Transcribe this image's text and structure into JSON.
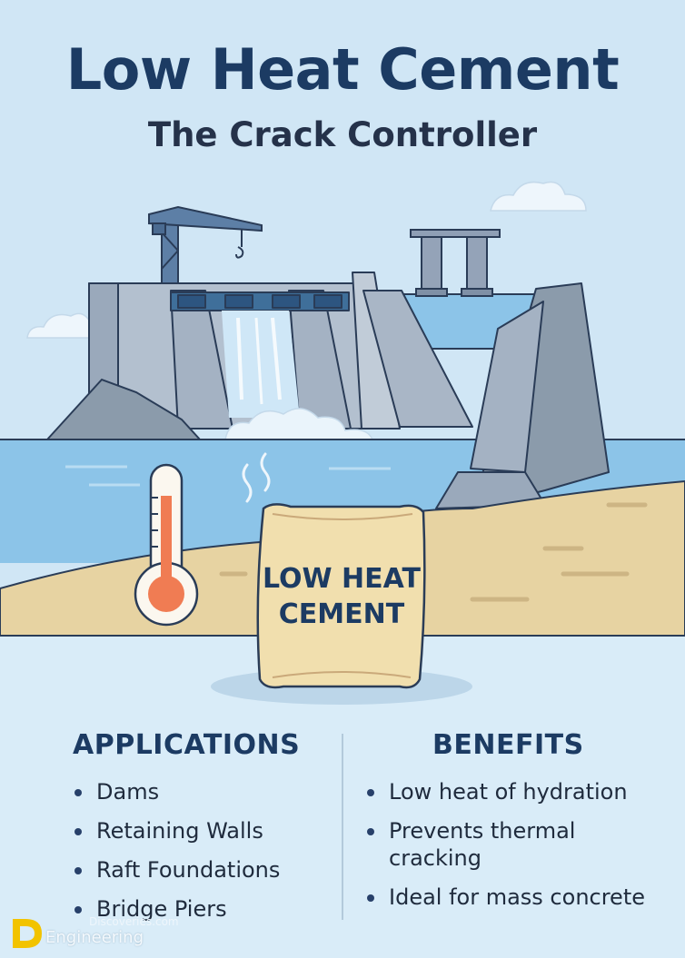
{
  "header": {
    "title": "Low Heat Cement",
    "subtitle": "The Crack Controller"
  },
  "illustration": {
    "bag_label_line1": "LOW HEAT",
    "bag_label_line2": "CEMENT",
    "icons": [
      "crane-icon",
      "dam-icon",
      "waterfall-icon",
      "thermometer-icon",
      "steam-icon",
      "cement-bag-icon",
      "cloud-icon"
    ],
    "colors": {
      "title": "#1c3b63",
      "water": "#8cc4e8",
      "sand": "#e7d3a2",
      "concrete": "#a9b6c6",
      "thermometer_fill": "#f07c53"
    }
  },
  "applications": {
    "heading": "APPLICATIONS",
    "items": [
      "Dams",
      "Retaining Walls",
      "Raft Foundations",
      "Bridge Piers"
    ]
  },
  "benefits": {
    "heading": "BENEFITS",
    "items": [
      "Low heat of hydration",
      "Prevents thermal cracking",
      "Ideal for mass concrete"
    ]
  },
  "watermark": {
    "line1": "Discoveries.com",
    "line2": "Engineering"
  }
}
